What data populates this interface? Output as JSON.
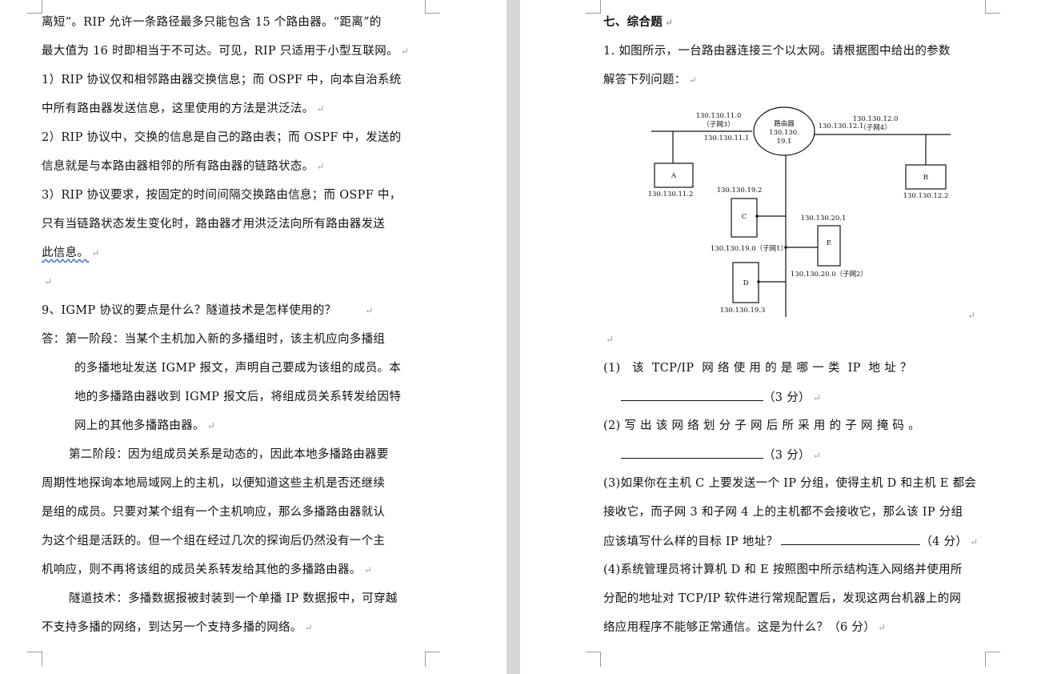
{
  "left": {
    "lines": [
      "离短”。RIP 允许一条路径最多只能包含 15 个路由器。“距离”的",
      "最大值为 16 时即相当于不可达。可见，RIP 只适用于小型互联网。",
      "1）RIP 协议仅和相邻路由器交换信息；而 OSPF 中，向本自治系统",
      "中所有路由器发送信息，这里使用的方法是洪泛法。",
      "2）RIP 协议中，交换的信息是自己的路由表；而 OSPF 中，发送的",
      "信息就是与本路由器相邻的所有路由器的链路状态。",
      "3）RIP 协议要求，按固定的时间间隔交换路由信息；而 OSPF 中，",
      "只有当链路状态发生变化时，路由器才用洪泛法向所有路由器发送",
      "此信息。",
      "",
      "9、IGMP 协议的要点是什么？隧道技术是怎样使用的？",
      "答：第一阶段：当某个主机加入新的多播组时，该主机应向多播组",
      "的多播地址发送 IGMP 报文，声明自己要成为该组的成员。本",
      "地的多播路由器收到 IGMP 报文后，将组成员关系转发给因特",
      "网上的其他多播路由器。",
      "第二阶段：因为组成员关系是动态的，因此本地多播路由器要",
      "周期性地探询本地局域网上的主机，以便知道这些主机是否还继续",
      "是组的成员。只要对某个组有一个主机响应，那么多播路由器就认",
      "为这个组是活跃的。但一个组在经过几次的探询后仍然没有一个主",
      "机响应，则不再将该组的成员关系转发给其他的多播路由器。",
      "隧道技术：多播数据报被封装到一个单播 IP 数据报中，可穿越",
      "不支持多播的网络，到达另一个支持多播的网络。"
    ]
  },
  "right": {
    "lines": [
      "七、综合题",
      "1. 如图所示，一台路由器连接三个以太网。请根据图中给出的参数",
      "解答下列问题：",
      "",
      "(1)   该  TCP/IP  网 络 使 用 的 是 哪 一 类  IP  地 址 ？",
      "（3 分）",
      "(2) 写 出 该 网 络 划 分 子 网 后 所 采 用 的 子 网 掩 码 。",
      "（3 分）",
      "(3)如果你在主机 C 上要发送一个 IP 分组，使得主机 D 和主机 E 都会",
      "接收它，而子网 3 和子网 4 上的主机都不会接收它，那么该 IP 分组",
      "应该填写什么样的目标 IP 地址？",
      "（4 分）",
      "(4)系统管理员将计算机 D 和 E 按照图中所示结构连入网络并使用所",
      "分配的地址对 TCP/IP 软件进行常规配置后，发现这两台机器上的网",
      "络应用程序不能够正常通信。这是为什么？（6 分）"
    ]
  },
  "diagram": {
    "router_title": "路由器",
    "router_ip_a": "130.130.",
    "router_ip_b": "19.1",
    "net3": "130.130.11.0",
    "net3_name": "（子网3）",
    "router_if_net3": "130.130.11.1",
    "net4": "130.130.12.0",
    "net4_name": "（子网4）",
    "router_if_net4": "130.130.12.1",
    "host_a": "A",
    "host_a_ip": "130.130.11.2",
    "host_b": "B",
    "host_b_ip": "130.130.12.2",
    "host_c": "C",
    "host_c_ip": "130.130.19.2",
    "host_e": "E",
    "host_e_ip": "130.130.20.1",
    "net1": "130.130.19.0（子网1）",
    "net2": "130.130.20.0（子网2）",
    "host_d": "D",
    "host_d_ip": "130.130.19.3"
  },
  "marks": {
    "return": "↵"
  }
}
